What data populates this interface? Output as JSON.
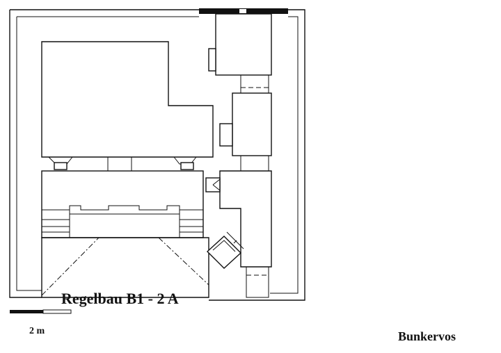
{
  "title": "Regelbau B1 - 2 A",
  "scale_label": "2 m",
  "credit": "Bunkervos"
}
